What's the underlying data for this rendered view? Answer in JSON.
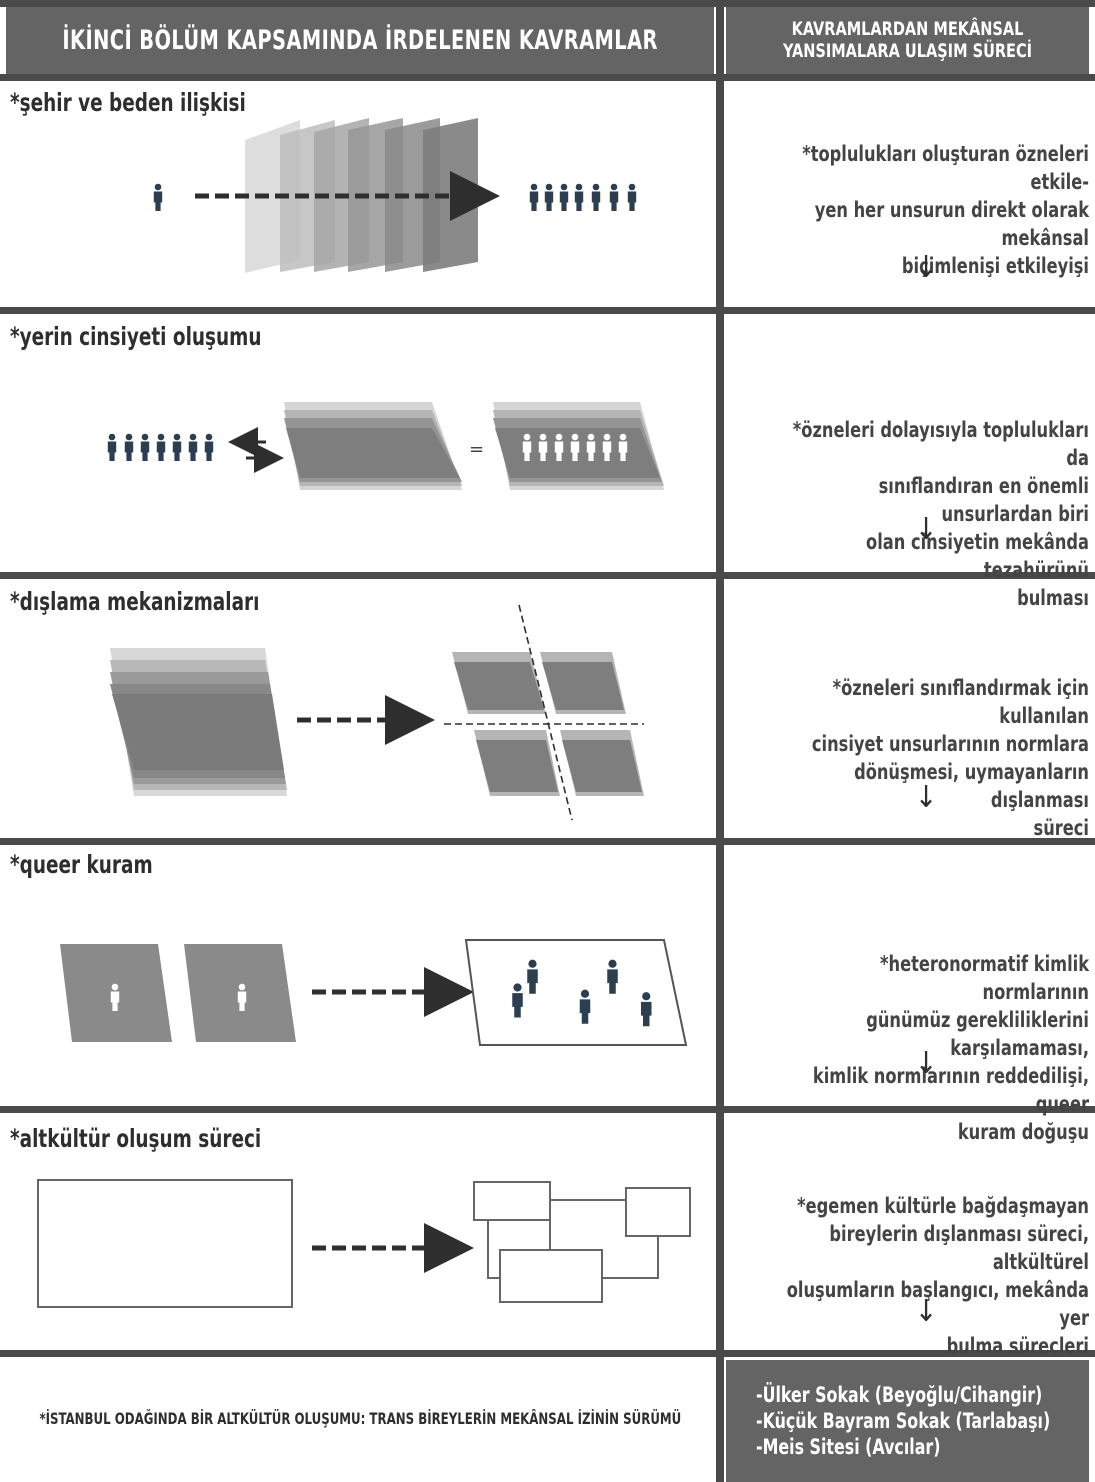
{
  "header": {
    "left_title": "İKİNCİ BÖLÜM KAPSAMINDA İRDELENEN KAVRAMLAR",
    "right_title": "KAVRAMLARDAN MEKÂNSAL\nYANSIMALARA ULAŞIM SÜRECİ"
  },
  "sections": [
    {
      "title": "*şehir ve beden ilişkisi",
      "description": "*toplulukları oluşturan özneleri etkile-\nyen her unsurun direkt olarak mekânsal\nbiçimlenişi etkileyişi"
    },
    {
      "title": "*yerin cinsiyeti oluşumu",
      "description": "*özneleri dolayısıyla toplulukları da\nsınıflandıran en önemli unsurlardan biri\nolan cinsiyetin mekânda tezahürünü\nbulması",
      "equals_sign": "="
    },
    {
      "title": "*dışlama mekanizmaları",
      "description": "*özneleri sınıflandırmak için kullanılan\ncinsiyet unsurlarının normlara\ndönüşmesi, uymayanların dışlanması\nsüreci"
    },
    {
      "title": "*queer kuram",
      "description": "*heteronormatif kimlik normlarının\ngünümüz gerekliliklerini karşılamaması,\nkimlik normlarının reddedilişi, queer\nkuram doğuşu"
    },
    {
      "title": "*altkültür oluşum süreci",
      "description": "*egemen kültürle bağdaşmayan\nbireylerin dışlanması süreci, altkültürel\noluşumların başlangıcı, mekânda yer\nbulma süreçleri"
    }
  ],
  "down_arrow": "↓",
  "footer": {
    "left_text": "*İSTANBUL ODAĞINDA BİR ALTKÜLTÜR OLUŞUMU: TRANS BİREYLERİN MEKÂNSAL İZİNİN SÜRÜMÜ",
    "locations": [
      "-Ülker Sokak (Beyoğlu/Cihangir)",
      "-Küçük Bayram Sokak (Tarlabaşı)",
      "-Meis Sitesi (Avcılar)"
    ]
  },
  "colors": {
    "header_bg": "#646464",
    "divider": "#4a4a4a",
    "person": "#2c3e50",
    "plane": "#6e6e6e"
  },
  "icons": [
    "person-icon",
    "arrow-right-icon",
    "arrow-left-icon",
    "arrow-down-icon"
  ]
}
